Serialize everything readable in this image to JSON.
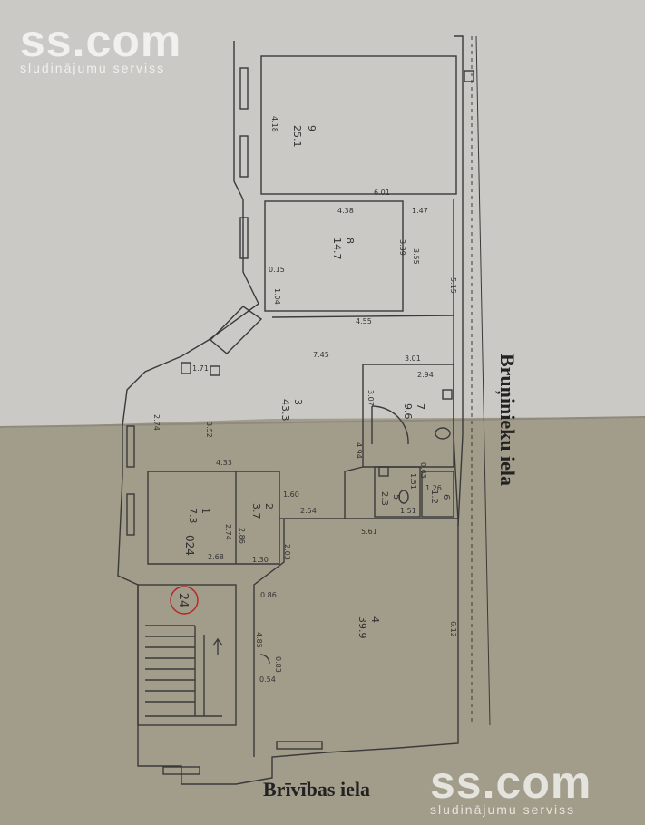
{
  "watermark": {
    "brand": "ss.com",
    "tagline": "sludinājumu serviss"
  },
  "streets": {
    "side": "Bruņinieku iela",
    "bottom": "Brīvības iela"
  },
  "building_number": "24",
  "rooms": [
    {
      "number": "9",
      "area": "25.1"
    },
    {
      "number": "8",
      "area": "14.7"
    },
    {
      "number": "3",
      "area": "43.3"
    },
    {
      "number": "7",
      "area": "9.6"
    },
    {
      "number": "6",
      "area": "1.2"
    },
    {
      "number": "5",
      "area": "2.3"
    },
    {
      "number": "2",
      "area": "3.7"
    },
    {
      "number": "1",
      "area": "7.3"
    },
    {
      "number": "4",
      "area": "39.9"
    }
  ],
  "room_1_extra": "024",
  "dimensions": [
    "4.18",
    "6.01",
    "4.38",
    "1.47",
    "3.39",
    "3.55",
    "5.15",
    "0.15",
    "1.04",
    "4.55",
    "7.45",
    "1.71",
    "3.01",
    "2.94",
    "3.07",
    "2.74",
    "3.52",
    "4.94",
    "0.63",
    "1.51",
    "1.26",
    "1.51",
    "4.33",
    "1.60",
    "2.54",
    "5.61",
    "2.86",
    "2.74",
    "2.68",
    "1.30",
    "2.03",
    "0.86",
    "6.12",
    "4.85",
    "0.83",
    "0.54"
  ],
  "colors": {
    "paper_top": "#c9c8c4",
    "paper_bottom": "#a09a88",
    "line": "#3a3a3a"
  }
}
